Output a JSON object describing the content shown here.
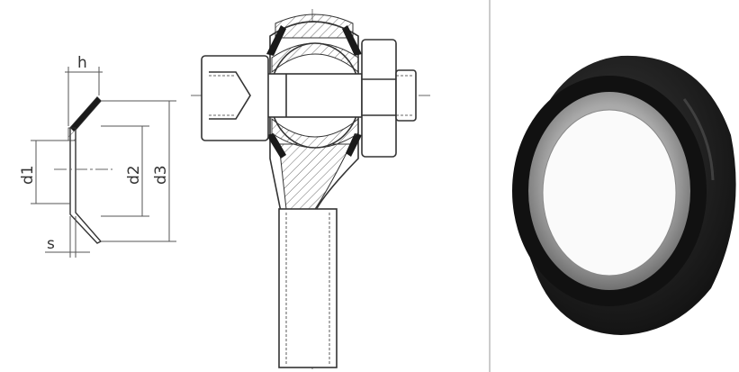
{
  "dimensions": {
    "h": "h",
    "d1": "d1",
    "d2": "d2",
    "d3": "d3",
    "s": "s"
  },
  "colors": {
    "line": "#333333",
    "seal": "#1a1a1a",
    "hatch": "#444444",
    "photo_outer": "#1c1c1c",
    "photo_ring": "#9a9a9a",
    "divider": "#999999"
  }
}
